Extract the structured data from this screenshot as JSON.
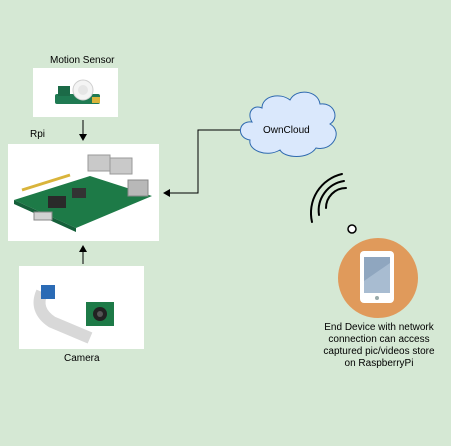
{
  "labels": {
    "motion_sensor": "Motion Sensor",
    "rpi": "Rpi",
    "camera": "Camera",
    "owncloud": "OwnCloud",
    "end_device": "End Device with network\nconnection can access\ncaptured pic/videos store\non RaspberryPi"
  },
  "icons": {
    "motion_sensor": "pir-motion-sensor-icon",
    "rpi": "raspberry-pi-board-icon",
    "camera": "camera-module-icon",
    "cloud": "cloud-icon",
    "wifi": "wifi-signal-icon",
    "device": "tablet-icon"
  },
  "colors": {
    "background": "#d5e8d4",
    "cloud_fill": "#dae8fc",
    "cloud_stroke": "#2f6ab0",
    "device_circle": "#e09a5b",
    "arrow": "#000000"
  }
}
